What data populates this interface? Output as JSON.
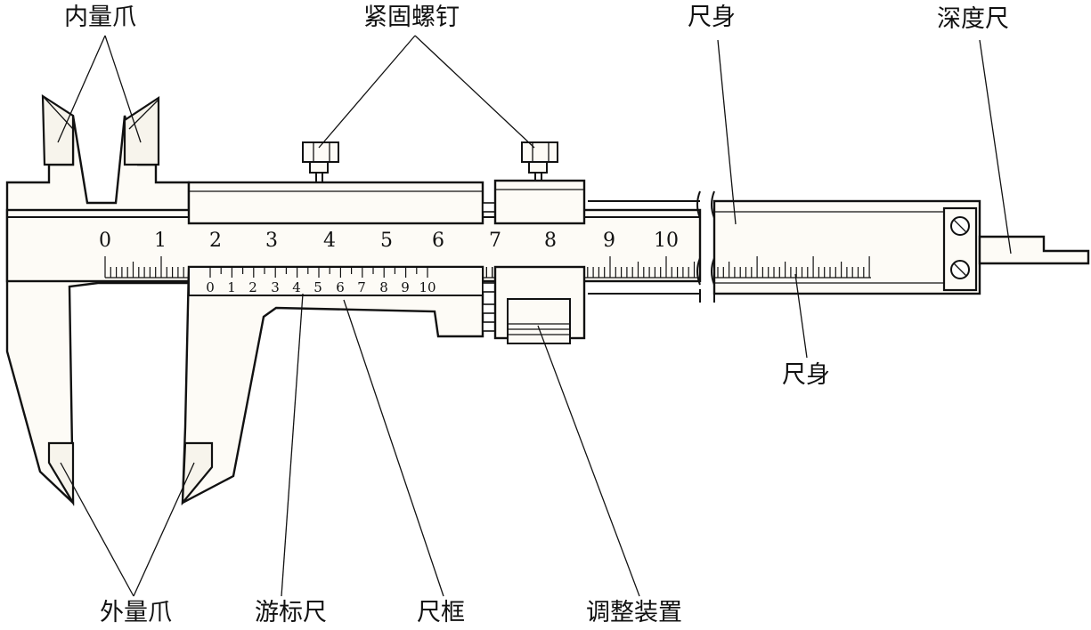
{
  "labels": {
    "inner_jaws": "内量爪",
    "lock_screws": "紧固螺钉",
    "main_scale_top": "尺身",
    "depth_rod": "深度尺",
    "main_scale_bottom": "尺身",
    "outer_jaws": "外量爪",
    "vernier": "游标尺",
    "frame": "尺框",
    "adjuster": "调整装置"
  },
  "main_scale_numbers": [
    "0",
    "1",
    "2",
    "3",
    "4",
    "5",
    "6",
    "7",
    "8",
    "9",
    "10"
  ],
  "vernier_scale_numbers": [
    "0",
    "1",
    "2",
    "3",
    "4",
    "5",
    "6",
    "7",
    "8",
    "9",
    "10"
  ]
}
